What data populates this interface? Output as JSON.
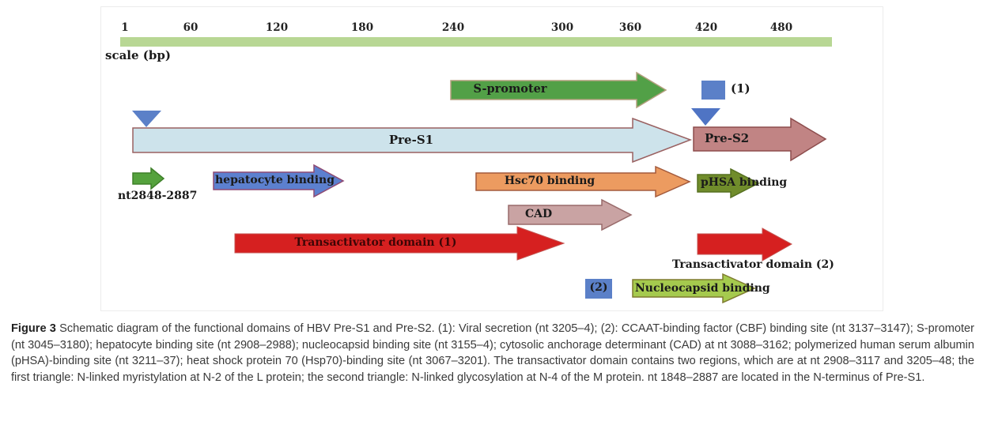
{
  "figure": {
    "scale": {
      "label": "scale (bp)",
      "ticks": [
        "1",
        "60",
        "120",
        "180",
        "240",
        "300",
        "360",
        "420",
        "480"
      ]
    },
    "labels": {
      "s_promoter": "S-promoter",
      "site1": "(1)",
      "pre_s1": "Pre-S1",
      "pre_s2": "Pre-S2",
      "nt_range": "nt2848-2887",
      "hepatocyte": "hepatocyte binding",
      "hsc70": "Hsc70 binding",
      "phsa": "pHSA binding",
      "cad": "CAD",
      "ta1": "Transactivator domain (1)",
      "ta2": "Transactivator domain (2)",
      "site2": "(2)",
      "nucleocapsid": "Nucleocapsid binding"
    },
    "colors": {
      "scale_bar": "#b8d794",
      "green_fill": "#52a047",
      "green_border": "#b3a07e",
      "small_green_fill": "#55a23d",
      "small_green_border": "#3e8029",
      "blue_marker": "#5b80c8",
      "blue_marker_dark": "#4f74c4",
      "pre_s1_fill": "#cde3eb",
      "pre_s1_border": "#9a6161",
      "pre_s2_fill": "#c18484",
      "pre_s2_border": "#8d4d4d",
      "hepatocyte_fill": "#5c80cf",
      "hepatocyte_border": "#8f4a73",
      "hsc70_fill": "#ec9b60",
      "hsc70_border": "#a35a3c",
      "phsa_fill": "#708c2b",
      "phsa_border": "#567020",
      "cad_fill": "#c9a3a3",
      "cad_border": "#996b6b",
      "red_fill": "#d62020",
      "red_border": "#c4524f",
      "nucleocapsid_fill": "#a5ca4e",
      "nucleocapsid_border": "#7e7b2e",
      "ta1_text": "#3d0606"
    }
  },
  "caption": {
    "label": "Figure 3",
    "text": " Schematic diagram of the functional domains of HBV Pre-S1 and Pre-S2. (1): Viral secretion (nt 3205–4); (2): CCAAT-binding factor (CBF) binding site (nt 3137–3147); S-promoter (nt 3045–3180); hepatocyte binding site (nt 2908–2988); nucleocapsid binding site (nt 3155–4); cytosolic anchorage determinant (CAD) at nt 3088–3162; polymerized human serum albumin (pHSA)-binding site (nt 3211–37); heat shock protein 70 (Hsp70)-binding site (nt 3067–3201). The transactivator domain contains two regions, which are at nt 2908–3117 and 3205–48; the first triangle: N-linked myristylation at N-2 of the L protein; the second triangle: N-linked glycosylation at N-4 of the M protein. nt 1848–2887 are located in the N-terminus of Pre-S1."
  }
}
